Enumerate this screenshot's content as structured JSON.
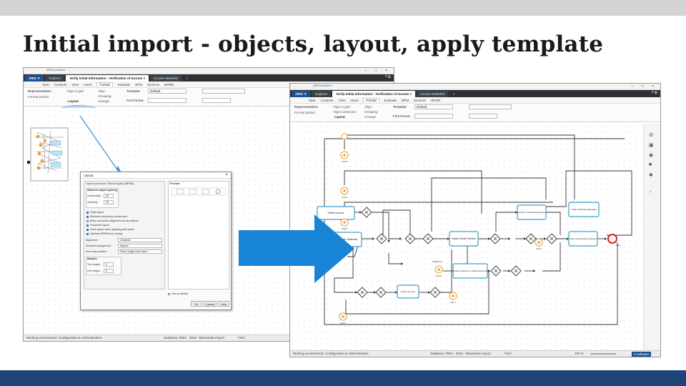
{
  "slide": {
    "title": "Initial import - objects, layout, apply template"
  },
  "app_left": {
    "window_title": "ARIS Architect",
    "tabs": [
      "ARIS ▼",
      "Explorer",
      "Verify Initial Information - Verification of Income ×",
      "Income Waterfall",
      "+"
    ],
    "ribbon_tabs": [
      "Start",
      "Contents",
      "View",
      "Insert",
      "Format",
      "Evaluate",
      "BPM",
      "Services",
      "BPMN"
    ],
    "ribbon_selected": "Format",
    "ribbon": {
      "representation": "Representation",
      "format_painter": "Format painter",
      "align_to_grid": "Align to grid",
      "align": "Align",
      "grouping": "Grouping",
      "arrange": "Arrange",
      "layout": "Layout",
      "template_label": "Template:",
      "template_value": "Default",
      "font_format": "Font format:"
    },
    "status": "Working environment: Configuration & Administration",
    "status_db": "Database: RNG - 3018 - Bluesands Import",
    "status_find": "Find:"
  },
  "dialog": {
    "title": "Layout",
    "layout_procedure": "Layout procedure:  Directed graph (BPMN)",
    "spacing_title": "Minimum object spacing",
    "horizontally_label": "Horizontally:",
    "horizontally_value": "30",
    "vertically_label": "Vertically:",
    "vertically_value": "15",
    "options": [
      "Grids layout",
      "Minimum connection points used",
      "Allow connection alignment across objects",
      "Horizontal layout",
      "Insert space when applying path layout",
      "Optimize BPMN lane sorting"
    ],
    "alignment_label": "Alignment:",
    "alignment_value": "Centered",
    "lane_arrangement_label": "Sublabel arrangement:",
    "lane_arrangement_value": "Square",
    "end_node_label": "End node position:",
    "end_node_value": "Place single node lower",
    "margins_title": "Margins",
    "top_margin_label": "Top margin:",
    "top_margin_value": "0",
    "left_margin_label": "Left margin:",
    "left_margin_value": "0",
    "preview_label": "Preview",
    "use_default": "Use as default",
    "ok": "OK",
    "cancel": "Cancel",
    "help": "Help"
  },
  "app_right": {
    "window_title": "ARIS Architect",
    "tabs": [
      "ARIS ▼",
      "Explorer",
      "Verify Initial Information - Verification of Income ×",
      "Income Waterfall",
      "+"
    ],
    "ribbon_tabs": [
      "Start",
      "Contents",
      "View",
      "Insert",
      "Format",
      "Evaluate",
      "BPM",
      "Services",
      "BPMN"
    ],
    "ribbon_selected": "Format",
    "ribbon": {
      "representation": "Representation",
      "format_painter": "Format painter",
      "align_to_grid": "Align to grid",
      "align_connected": "Align connected",
      "align": "Align",
      "grouping": "Grouping",
      "arrange": "Arrange",
      "layout": "Layout",
      "template_label": "Template:",
      "template_value": "Default",
      "font_format": "Font format:"
    },
    "status": "Working environment: Configuration & Administration",
    "status_db": "Database: RNG - 3018 - Bluesands Import",
    "status_find": "Find:",
    "zoom": "100 %",
    "brand": "S software"
  },
  "process": {
    "tasks": [
      "Verify Income",
      "Income Waterfall",
      "Initial Credit Review",
      "Perform Underwriting Review",
      "Order Subscribe Appraisal",
      "Order Flood Notice Services",
      "Contact Customer to Obtain Documents",
      "Order Lien Fee"
    ],
    "events": [
      "Link 8",
      "Link 6",
      "Link 5",
      "Link 4",
      "Link 3",
      "Link 7",
      "Link 2",
      "End",
      "Fulfillment"
    ]
  },
  "colors": {
    "title_band": "#d4d4d4",
    "bottom_band": "#1c4476",
    "arrow_blue": "#1784d6",
    "task_border": "#3aa0c8",
    "event_orange": "#f0a030",
    "end_red": "#d62020",
    "highlight_ellipse": "#a8cdf0"
  },
  "icons": [
    "close-icon",
    "minimize-icon",
    "maximize-icon",
    "plus-icon",
    "gateway-icon",
    "intermediate-event-icon",
    "end-event-icon",
    "settings-icon"
  ]
}
